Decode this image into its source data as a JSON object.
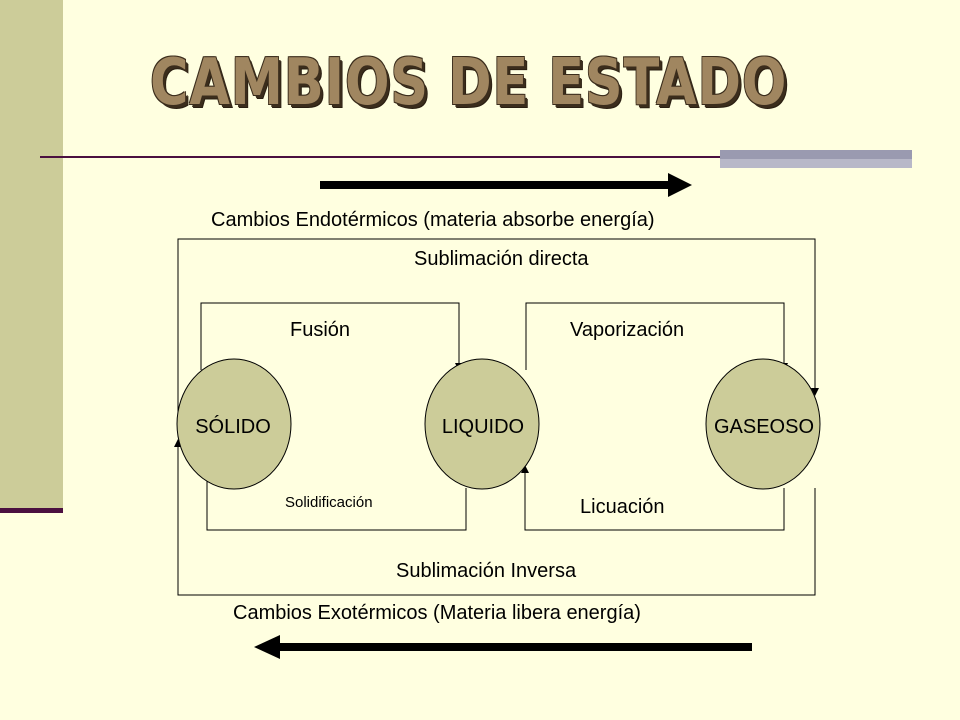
{
  "title": "CAMBIOS DE ESTADO",
  "endothermic": "Cambios Endotérmicos (materia absorbe energía)",
  "exothermic": "Cambios Exotérmicos (Materia libera energía)",
  "states": {
    "solid": "SÓLIDO",
    "liquid": "LIQUIDO",
    "gas": "GASEOSO"
  },
  "transitions": {
    "sublimation_direct": "Sublimación directa",
    "fusion": "Fusión",
    "vaporization": "Vaporización",
    "solidification": "Solidificación",
    "liquefaction": "Licuación",
    "sublimation_inverse": "Sublimación Inversa"
  },
  "colors": {
    "background": "#FFFFE0",
    "sidebar": "#CCCC99",
    "state_fill": "#CCCC99",
    "rule": "#4B1040",
    "title": "#A08660"
  }
}
